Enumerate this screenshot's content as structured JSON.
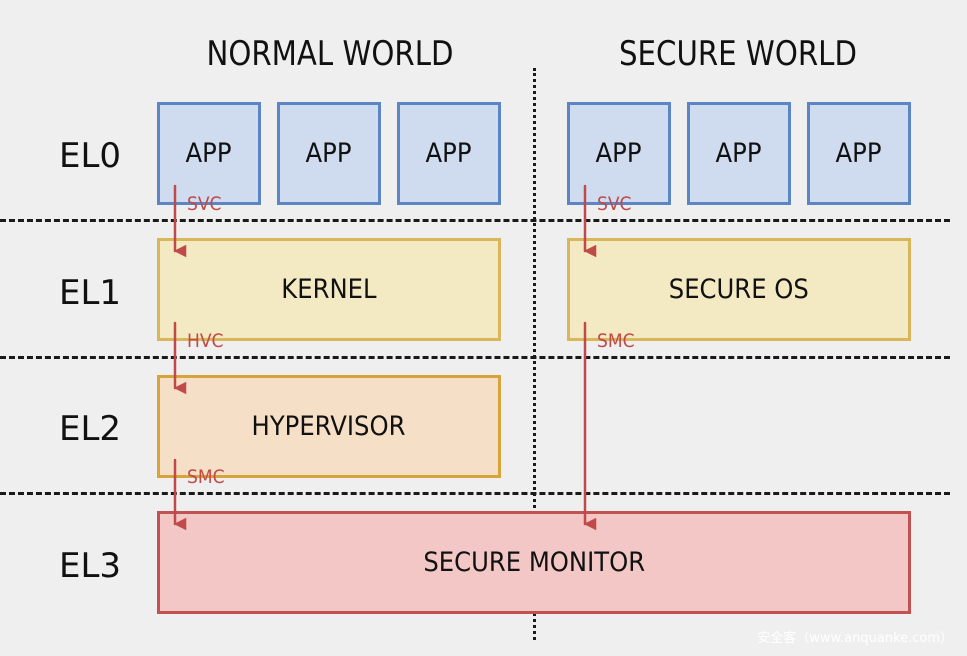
{
  "headings": {
    "normal": "NORMAL WORLD",
    "secure": "SECURE WORLD"
  },
  "levels": [
    "EL0",
    "EL1",
    "EL2",
    "EL3"
  ],
  "boxes": {
    "app_label": "APP",
    "kernel": "KERNEL",
    "secure_os": "SECURE OS",
    "hypervisor": "HYPERVISOR",
    "secure_monitor": "SECURE MONITOR"
  },
  "calls": {
    "normal_el0": "SVC",
    "normal_el1": "HVC",
    "normal_el2": "SMC",
    "secure_el0": "SVC",
    "secure_el1": "SMC"
  },
  "colors": {
    "app_fill": "#cfdcf0",
    "app_border": "#5c85c4",
    "kernel_fill": "#f3e9c3",
    "kernel_border": "#d8b659",
    "hypervisor_fill": "#f5dfc6",
    "hypervisor_border": "#d9a33c",
    "monitor_fill": "#f2c7c5",
    "monitor_border": "#c05252",
    "arrow": "#c04a4a"
  },
  "watermark": "安全客（www.anquanke.com）"
}
